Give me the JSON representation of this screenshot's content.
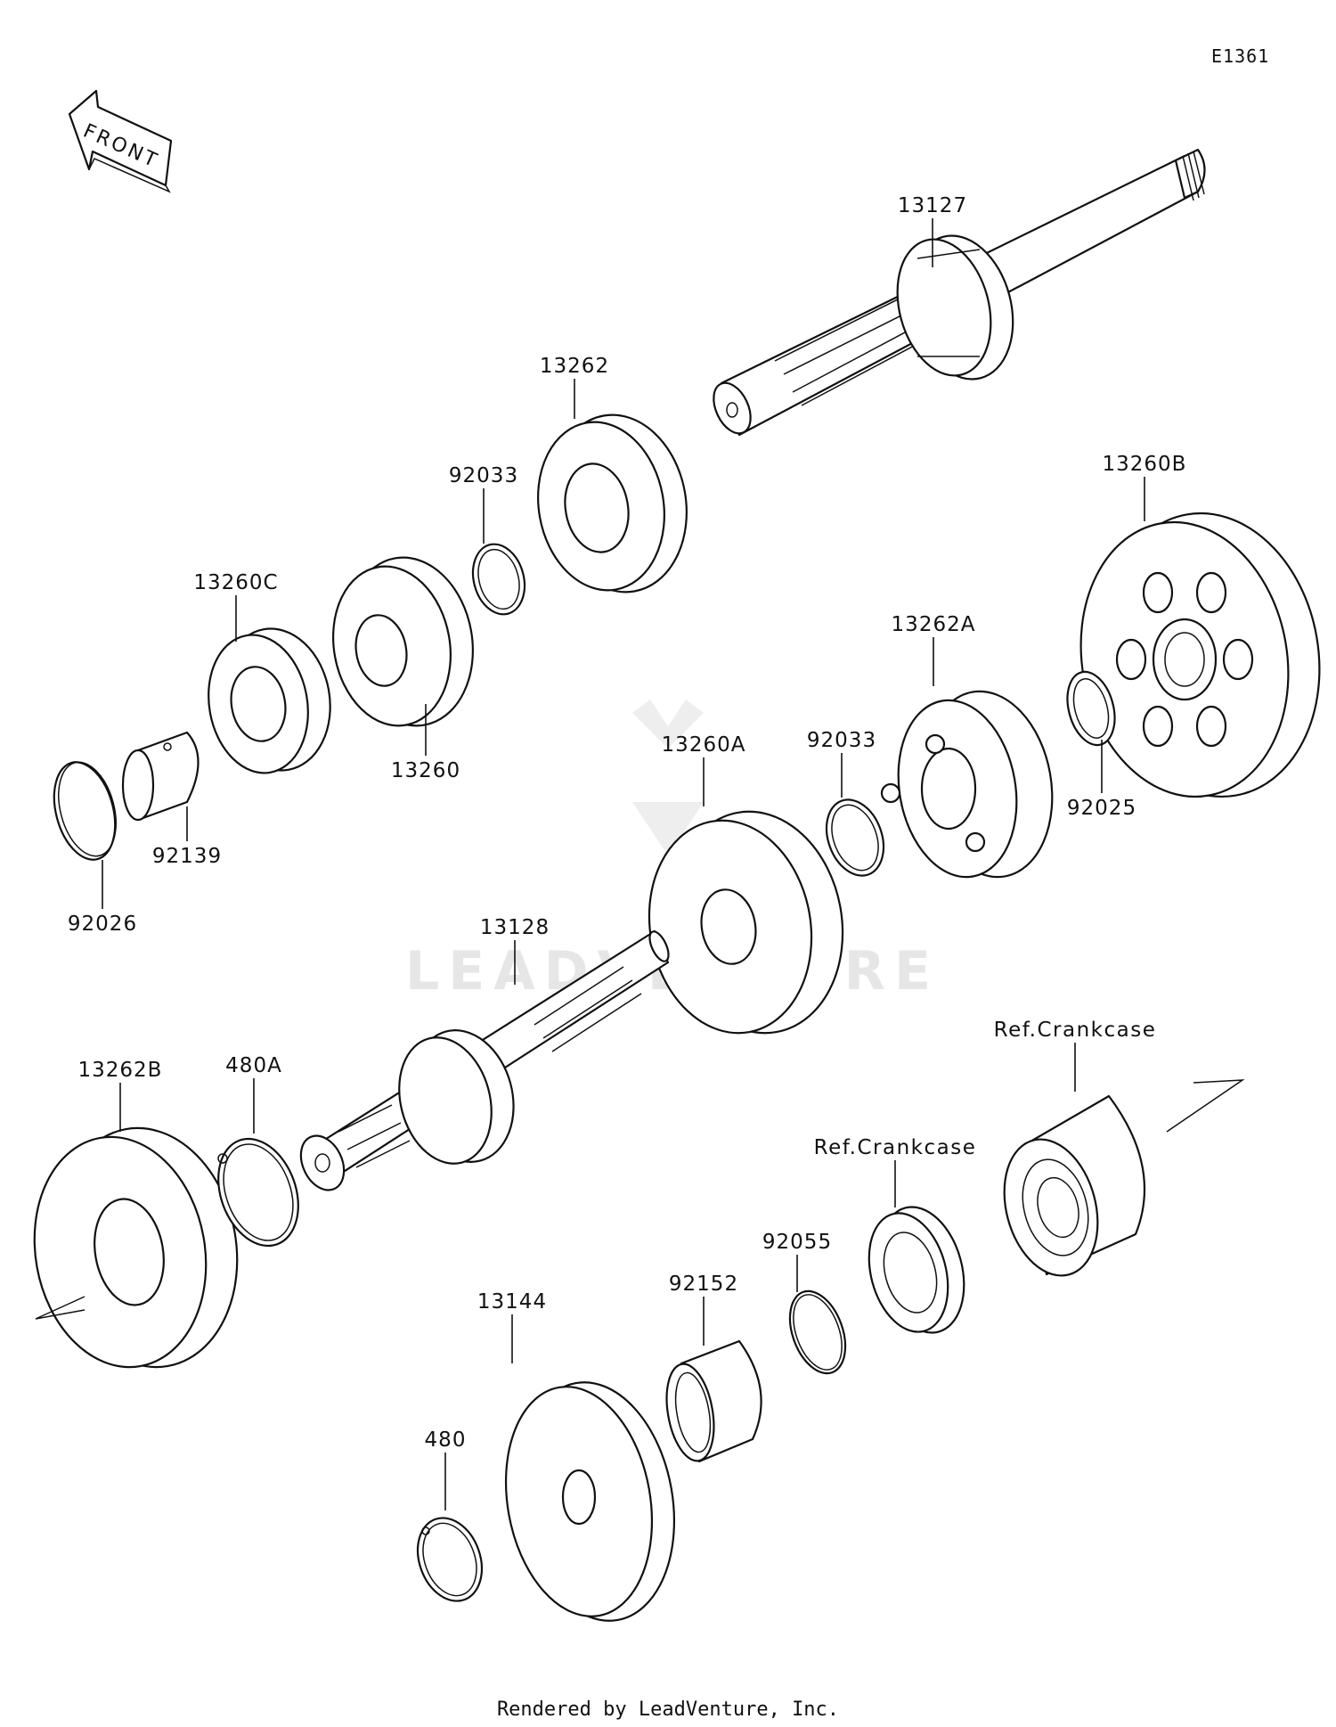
{
  "diagram": {
    "code": "E1361",
    "front_label": "FRONT",
    "watermark": "LEADVENTURE",
    "credit": "Rendered by LeadVenture, Inc."
  },
  "callouts": [
    {
      "id": "13127",
      "text": "13127"
    },
    {
      "id": "13262",
      "text": "13262"
    },
    {
      "id": "92033a",
      "text": "92033"
    },
    {
      "id": "13260C",
      "text": "13260C"
    },
    {
      "id": "13260",
      "text": "13260"
    },
    {
      "id": "92139",
      "text": "92139"
    },
    {
      "id": "92026",
      "text": "92026"
    },
    {
      "id": "13260B",
      "text": "13260B"
    },
    {
      "id": "13262A",
      "text": "13262A"
    },
    {
      "id": "92025",
      "text": "92025"
    },
    {
      "id": "92033b",
      "text": "92033"
    },
    {
      "id": "13260A",
      "text": "13260A"
    },
    {
      "id": "13128",
      "text": "13128"
    },
    {
      "id": "ref1",
      "text": "Ref.Crankcase"
    },
    {
      "id": "13262B",
      "text": "13262B"
    },
    {
      "id": "480A",
      "text": "480A"
    },
    {
      "id": "ref2",
      "text": "Ref.Crankcase"
    },
    {
      "id": "92055",
      "text": "92055"
    },
    {
      "id": "92152",
      "text": "92152"
    },
    {
      "id": "13144",
      "text": "13144"
    },
    {
      "id": "480",
      "text": "480"
    }
  ]
}
